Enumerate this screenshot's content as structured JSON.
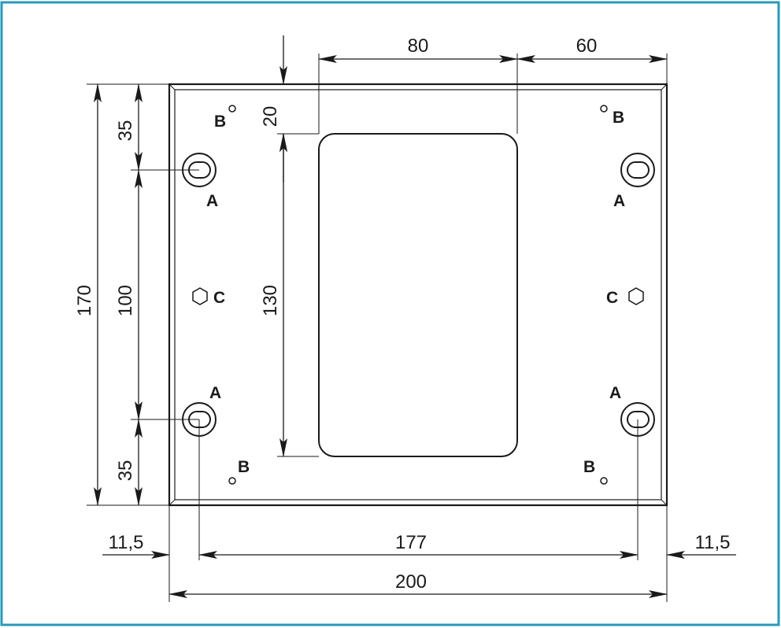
{
  "colors": {
    "frame": "#2a9ab8",
    "line": "#1a1a1a",
    "background": "#ffffff"
  },
  "dimensions": {
    "top_window_width": "80",
    "top_right_offset": "60",
    "window_top_offset": "20",
    "left_top_hole": "35",
    "left_hole_spacing": "100",
    "left_bottom_hole": "35",
    "overall_height": "170",
    "window_height": "130",
    "left_edge_offset": "11,5",
    "hole_span": "177",
    "right_edge_offset": "11,5",
    "overall_width": "200"
  },
  "labels": {
    "a": "A",
    "b": "B",
    "c": "C"
  }
}
